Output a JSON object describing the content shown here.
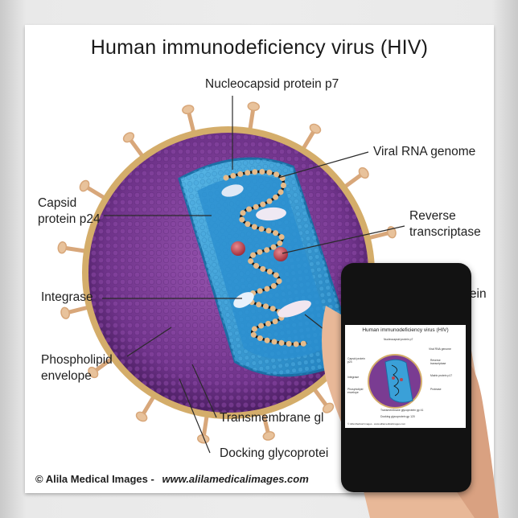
{
  "title": "Human immunodeficiency virus (HIV)",
  "labels": {
    "p7": "Nucleocapsid protein p7",
    "rna": "Viral RNA genome",
    "capsid_1": "Capsid",
    "capsid_2": "protein p24",
    "rt_1": "Reverse",
    "rt_2": "transcriptase",
    "integrase": "Integrase",
    "phospho_1": "Phospholipid",
    "phospho_2": "envelope",
    "tm": "Transmembrane gl",
    "docking": "Docking glycoprotei",
    "matrix_partial": "otein"
  },
  "footer": {
    "credit": "© Alila Medical Images",
    "dash": "-",
    "url": "www.alilamedicalimages.com"
  },
  "phone_screen": {
    "title": "Human immunodeficiency virus (HIV)",
    "p7": "Nucleocapsid protein p7",
    "rna": "Viral RNA genome",
    "capsid": "Capsid protein p24",
    "rt": "Reverse transcriptase",
    "integrase": "Integrase",
    "matrix": "Matrix protein p17",
    "protease": "Protease",
    "phospho": "Phospholipid envelope",
    "tm": "Transmembrane glycoprotein gp 41",
    "docking": "Docking glycoprotein gp 120",
    "footer": "© Alila Medical Images - www.alilamedicalimages.com"
  },
  "colors": {
    "envelope": "#d7b06a",
    "matrix": "#7a3c92",
    "capsid": "#2f9ad3",
    "rna": "#1a1a1a",
    "protein_red": "#b9444f"
  }
}
